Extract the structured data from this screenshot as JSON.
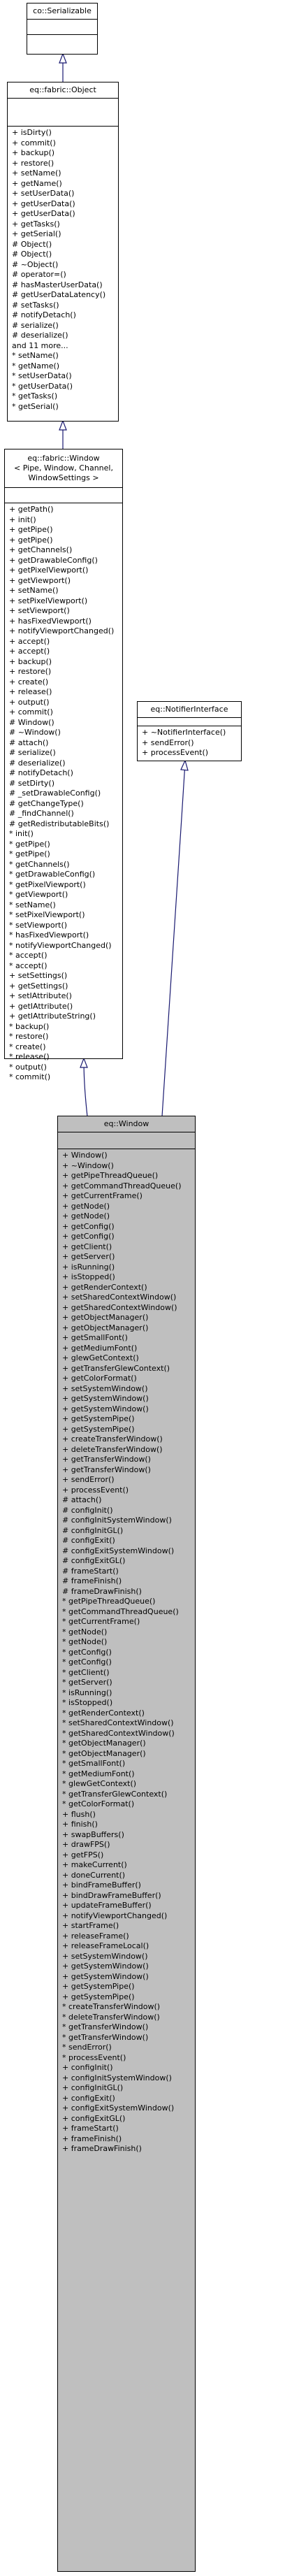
{
  "colors": {
    "edge": "#191970",
    "highlight_fill": "#bfbfbf"
  },
  "classes": {
    "serializable": {
      "title": "co::Serializable",
      "attributes": [],
      "members": []
    },
    "object": {
      "title": "eq::fabric::Object",
      "attributes": [],
      "members": [
        "+ isDirty()",
        "+ commit()",
        "+ backup()",
        "+ restore()",
        "+ setName()",
        "+ getName()",
        "+ setUserData()",
        "+ getUserData()",
        "+ getUserData()",
        "+ getTasks()",
        "+ getSerial()",
        "# Object()",
        "# Object()",
        "# ~Object()",
        "# operator=()",
        "# hasMasterUserData()",
        "# getUserDataLatency()",
        "# setTasks()",
        "# notifyDetach()",
        "# serialize()",
        "# deserialize()",
        "and 11 more...",
        "* setName()",
        "* getName()",
        "* setUserData()",
        "* getUserData()",
        "* getTasks()",
        "* getSerial()"
      ]
    },
    "fabric_window": {
      "title": "eq::fabric::Window\n< Pipe, Window, Channel,\n WindowSettings >",
      "attributes": [],
      "members": [
        "+ getPath()",
        "+ init()",
        "+ getPipe()",
        "+ getPipe()",
        "+ getChannels()",
        "+ getDrawableConfig()",
        "+ getPixelViewport()",
        "+ getViewport()",
        "+ setName()",
        "+ setPixelViewport()",
        "+ setViewport()",
        "+ hasFixedViewport()",
        "+ notifyViewportChanged()",
        "+ accept()",
        "+ accept()",
        "+ backup()",
        "+ restore()",
        "+ create()",
        "+ release()",
        "+ output()",
        "+ commit()",
        "# Window()",
        "# ~Window()",
        "# attach()",
        "# serialize()",
        "# deserialize()",
        "# notifyDetach()",
        "# setDirty()",
        "# _setDrawableConfig()",
        "# getChangeType()",
        "# _findChannel()",
        "# getRedistributableBits()",
        "* init()",
        "* getPipe()",
        "* getPipe()",
        "* getChannels()",
        "* getDrawableConfig()",
        "* getPixelViewport()",
        "* getViewport()",
        "* setName()",
        "* setPixelViewport()",
        "* setViewport()",
        "* hasFixedViewport()",
        "* notifyViewportChanged()",
        "* accept()",
        "* accept()",
        "+ setSettings()",
        "+ getSettings()",
        "+ setIAttribute()",
        "+ getIAttribute()",
        "+ getIAttributeString()",
        "* backup()",
        "* restore()",
        "* create()",
        "* release()",
        "* output()",
        "* commit()"
      ]
    },
    "notifier": {
      "title": "eq::NotifierInterface",
      "attributes": [],
      "members": [
        "+ ~NotifierInterface()",
        "+ sendError()",
        "+ processEvent()"
      ]
    },
    "window": {
      "title": "eq::Window",
      "attributes": [],
      "members": [
        "+ Window()",
        "+ ~Window()",
        "+ getPipeThreadQueue()",
        "+ getCommandThreadQueue()",
        "+ getCurrentFrame()",
        "+ getNode()",
        "+ getNode()",
        "+ getConfig()",
        "+ getConfig()",
        "+ getClient()",
        "+ getServer()",
        "+ isRunning()",
        "+ isStopped()",
        "+ getRenderContext()",
        "+ setSharedContextWindow()",
        "+ getSharedContextWindow()",
        "+ getObjectManager()",
        "+ getObjectManager()",
        "+ getSmallFont()",
        "+ getMediumFont()",
        "+ glewGetContext()",
        "+ getTransferGlewContext()",
        "+ getColorFormat()",
        "+ setSystemWindow()",
        "+ getSystemWindow()",
        "+ getSystemWindow()",
        "+ getSystemPipe()",
        "+ getSystemPipe()",
        "+ createTransferWindow()",
        "+ deleteTransferWindow()",
        "+ getTransferWindow()",
        "+ getTransferWindow()",
        "+ sendError()",
        "+ processEvent()",
        "# attach()",
        "# configInit()",
        "# configInitSystemWindow()",
        "# configInitGL()",
        "# configExit()",
        "# configExitSystemWindow()",
        "# configExitGL()",
        "# frameStart()",
        "# frameFinish()",
        "# frameDrawFinish()",
        "* getPipeThreadQueue()",
        "* getCommandThreadQueue()",
        "* getCurrentFrame()",
        "* getNode()",
        "* getNode()",
        "* getConfig()",
        "* getConfig()",
        "* getClient()",
        "* getServer()",
        "* isRunning()",
        "* isStopped()",
        "* getRenderContext()",
        "* setSharedContextWindow()",
        "* getSharedContextWindow()",
        "* getObjectManager()",
        "* getObjectManager()",
        "* getSmallFont()",
        "* getMediumFont()",
        "* glewGetContext()",
        "* getTransferGlewContext()",
        "* getColorFormat()",
        "+ flush()",
        "+ finish()",
        "+ swapBuffers()",
        "+ drawFPS()",
        "+ getFPS()",
        "+ makeCurrent()",
        "+ doneCurrent()",
        "+ bindFrameBuffer()",
        "+ bindDrawFrameBuffer()",
        "+ updateFrameBuffer()",
        "+ notifyViewportChanged()",
        "+ startFrame()",
        "+ releaseFrame()",
        "+ releaseFrameLocal()",
        "+ setSystemWindow()",
        "+ getSystemWindow()",
        "+ getSystemWindow()",
        "+ getSystemPipe()",
        "+ getSystemPipe()",
        "* createTransferWindow()",
        "* deleteTransferWindow()",
        "* getTransferWindow()",
        "* getTransferWindow()",
        "* sendError()",
        "* processEvent()",
        "+ configInit()",
        "+ configInitSystemWindow()",
        "+ configInitGL()",
        "+ configExit()",
        "+ configExitSystemWindow()",
        "+ configExitGL()",
        "+ frameStart()",
        "+ frameFinish()",
        "+ frameDrawFinish()"
      ]
    }
  }
}
